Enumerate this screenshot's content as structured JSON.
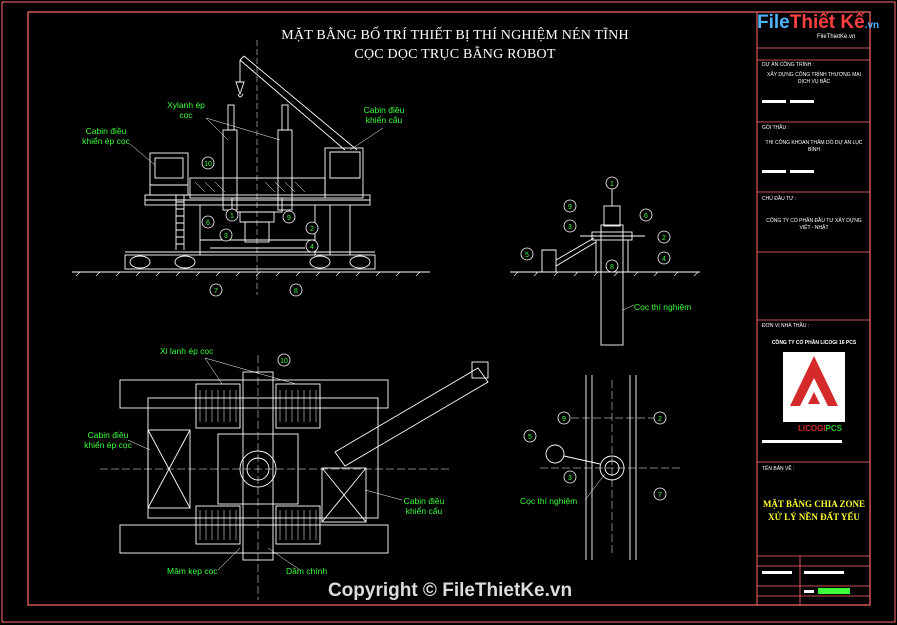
{
  "drawing_title": {
    "line1": "MẶT BẰNG BỐ TRÍ THIẾT BỊ THÍ NGHIỆM NÉN TĨNH",
    "line2": "CỌC DỌC TRỤC BẰNG ROBOT"
  },
  "labels": {
    "xylanh_ep_coc": "Xylanh ép cọc",
    "cabin_ep_coc": "Cabin điều khiển ép cọc",
    "cabin_cau": "Cabin điều khiển cẩu",
    "coc_thi_nghiem": "Cọc thí nghiệm",
    "xi_lanh_ep_coc": "Xi lanh ép cọc",
    "cabin_ep_coc_plan": "Cabin điều khiển ép cọc",
    "cabin_cau_plan": "Cabin điều khiển cẩu",
    "mam_kep_coc": "Mâm kẹp cọc",
    "dam_chinh": "Dầm chính",
    "coc_thi_nghiem_plan": "Cọc thí nghiệm"
  },
  "callouts": [
    "1",
    "2",
    "3",
    "4",
    "5",
    "6",
    "7",
    "8",
    "9",
    "10"
  ],
  "title_block": {
    "logo_main": "File",
    "logo_accent": "Thiết Kế",
    "logo_suffix": ".vn",
    "logo_sub": "FileThietKe.vn",
    "project_header": "DỰ ÁN CÔNG TRÌNH :",
    "project_text": "XÂY DỰNG CÔNG TRÌNH THƯƠNG MẠI DỊCH VỤ BẮC",
    "bidder_header": "GÓI THẦU :",
    "bidder_text": "THI CÔNG KHOAN THĂM DÒ DỰ ÁN LỤC BÌNH",
    "owner_header": "CHỦ ĐẦU TƯ :",
    "owner_text": "CÔNG TY CỔ PHẦN ĐẦU TƯ XÂY DỰNG VIỆT - NHẬT",
    "contractor_header": "ĐƠN VỊ NHÀ THẦU :",
    "contractor_text": "CÔNG TY CỔ PHẦN LICOGI 16 PCS",
    "company_logo_text": "LICOGI",
    "company_logo_suffix": "PCS",
    "sheet_header": "TÊN BẢN VẼ :",
    "sheet_title_1": "MẶT BẰNG CHIA ZONE",
    "sheet_title_2": "XỬ LÝ NỀN ĐẤT YẾU"
  },
  "watermark": "Copyright © FileThietKe.vn",
  "colors": {
    "frame": "#ff6b6b",
    "linework": "#ffffff",
    "labels": "#3cff3c",
    "title": "#ffffff",
    "sheet_title": "#ffff33"
  }
}
